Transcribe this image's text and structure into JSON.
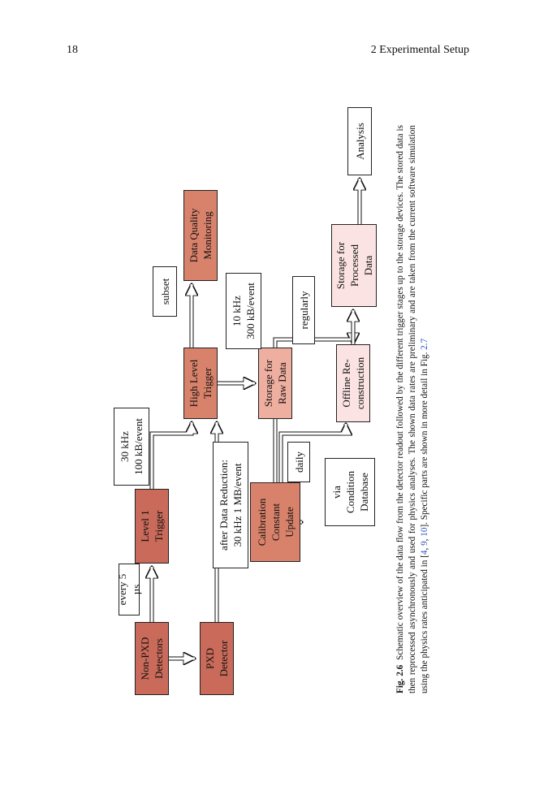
{
  "header": {
    "page_number": "18",
    "running_head": "2   Experimental Setup"
  },
  "diagram": {
    "nodes": {
      "non_pxd": [
        "Non-PXD",
        "Detectors"
      ],
      "pxd": [
        "PXD",
        "Detector"
      ],
      "level1": [
        "Level 1",
        "Trigger"
      ],
      "hlt": [
        "High Level",
        "Trigger"
      ],
      "dqm": [
        "Data Quality",
        "Monitoring"
      ],
      "raw": [
        "Storage for",
        "Raw Data"
      ],
      "calib": [
        "Calibration",
        "Constant",
        "Update"
      ],
      "offline": [
        "Offline Re-",
        "construction"
      ],
      "processed": [
        "Storage for",
        "Processed",
        "Data"
      ],
      "analysis": [
        "Analysis"
      ]
    },
    "labels": {
      "every": [
        "every 5 µs"
      ],
      "rate30": [
        "30 kHz",
        "100 kB/event"
      ],
      "reduction": [
        "after Data Reduction:",
        "30 kHz 1 MB/event"
      ],
      "subset": [
        "subset"
      ],
      "rate10": [
        "10 kHz",
        "300 kB/event"
      ],
      "daily": [
        "daily"
      ],
      "regularly": [
        "regularly"
      ],
      "via": [
        "via",
        "Condition",
        "Database"
      ]
    },
    "colors": {
      "dark": "#c96a5a",
      "mid": "#d8826b",
      "light": "#eeaea0",
      "pale": "#fbe3e3"
    }
  },
  "caption": {
    "label": "Fig. 2.6",
    "text_a": "Schematic overview of the data flow from the detector readout followed by the different trigger stages up to the storage devices. The stored data is then reprocessed asynchronously and used for physics analyses. The shown data rates are preliminary and are taken from the current software simulation using the physics rates anticipated in [",
    "cite1": "4",
    "sep1": ", ",
    "cite2": "9",
    "sep2": ", ",
    "cite3": "10",
    "text_b": "]. Specific parts are shown in more detail in Fig. ",
    "figref": "2.7"
  }
}
